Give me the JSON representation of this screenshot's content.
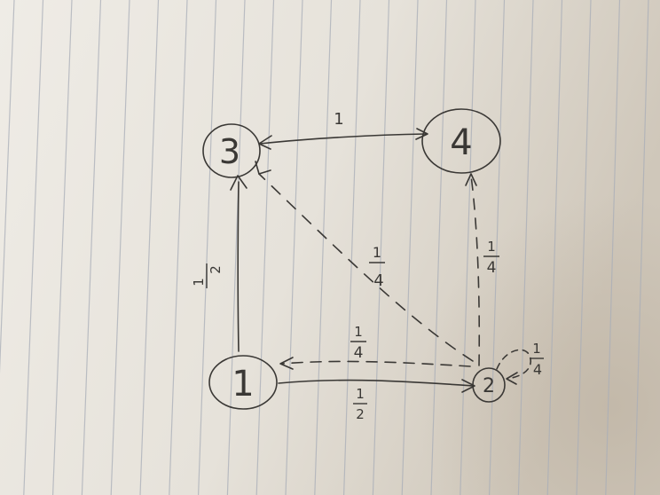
{
  "nodes": {
    "n1": "1",
    "n2": "2",
    "n3": "3",
    "n4": "4"
  },
  "edge_labels": {
    "e_1_2": {
      "num": "1",
      "den": "2"
    },
    "e_1_3": {
      "num": "1",
      "den": "2"
    },
    "e_3_4": "1",
    "e_2_3": {
      "num": "1",
      "den": "4"
    },
    "e_2_4": {
      "num": "1",
      "den": "4"
    },
    "e_2_1": {
      "num": "1",
      "den": "4"
    },
    "e_2_2": {
      "num": "1",
      "den": "4"
    }
  },
  "colors": {
    "paper": "#ece9e3",
    "ruled_line": "#a9aeb8",
    "pencil": "#3a3835"
  }
}
